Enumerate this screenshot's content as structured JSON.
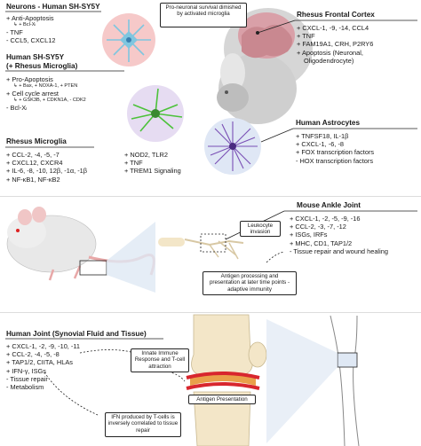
{
  "panel1": {
    "neurons": {
      "title": "Neurons - Human SH-SY5Y",
      "items": [
        "+ Anti-Apoptosis",
        "↳ + Bcl-Xₗ",
        "- TNF",
        "- CCL5, CXCL12"
      ]
    },
    "pro_neuronal_note": "Pro-neuronal survival dimished by activated microglia",
    "rhesus_cortex": {
      "title": "Rhesus Frontal Cortex",
      "items": [
        "+ CXCL-1, -9, -14, CCL4",
        "+ TNF",
        "+ FAM19A1, CRH, P2RY6",
        "+ Apoptosis (Neuronal,",
        "Oligodendrocyte)"
      ]
    },
    "coculture": {
      "title": "Human SH-SY5Y",
      "subtitle": "(+ Rhesus Microglia)",
      "items": [
        "+ Pro-Apoptosis",
        "↳ + Bax, + NOXA-1, + PTEN",
        "+ Cell cycle arrest",
        "↳ + GSK3B, + CDKN1A, - CDK2",
        "- Bcl-Xₗ"
      ]
    },
    "astrocytes": {
      "title": "Human Astrocytes",
      "items": [
        "+ TNFSF18, IL-1β",
        "+ CXCL-1, -6, -8",
        "+ FOX transcription factors",
        "- HOX transcription factors"
      ]
    },
    "microglia": {
      "title": "Rhesus Microglia",
      "col1": [
        "+ CCL-2, -4, -5, -7",
        "+ CXCL12, CXCR4",
        "+ IL-6, -8, -10, 12β, -1α, -1β",
        "+ NF-κB1, NF-κB2"
      ],
      "col2": [
        "+ NOD2, TLR2",
        "+ TNF",
        "+ TREM1 Signaling"
      ]
    }
  },
  "panel2": {
    "title": "Mouse Ankle Joint",
    "items": [
      "+ CXCL-1, -2, -5, -9, -16",
      "+ CCL-2, -3, -7, -12",
      "+ ISGs, IRFs",
      "+ MHC, CD1, TAP1/2",
      "- Tissue repair and wound healing"
    ],
    "leukocyte_box": "Leukocyte invasion",
    "antigen_box": "Antigen processing and presentation at later time points - adaptive immunity"
  },
  "panel3": {
    "title": "Human Joint (Synovial Fluid and Tissue)",
    "items": [
      "+ CXCL-1, -2, -9, -10, -11",
      "+ CCL-2, -4, -5, -8",
      "+ TAP1/2, CIITA, HLAs",
      "+ IFN-γ, ISGs",
      "- Tissue repair",
      "- Metabolism"
    ],
    "innate_box": "Innate Immune Response and T-cell attraction",
    "antigen_box": "Antigen Presentation",
    "ifn_box": "IFN produced by T-cells is inversely correlated to tissue repair"
  },
  "colors": {
    "neuron_circle": "#f6c9c9",
    "neuron_cell": "#7fc6e0",
    "microglia_circle": "#e6dcf2",
    "microglia_cell": "#4cc23a",
    "astro_circle": "#dfe7f5",
    "astro_cell": "#7a4fb5",
    "bone": "#f3e6c8",
    "cartilage_red": "#d8262e",
    "joint_orange": "#e9a04a"
  }
}
